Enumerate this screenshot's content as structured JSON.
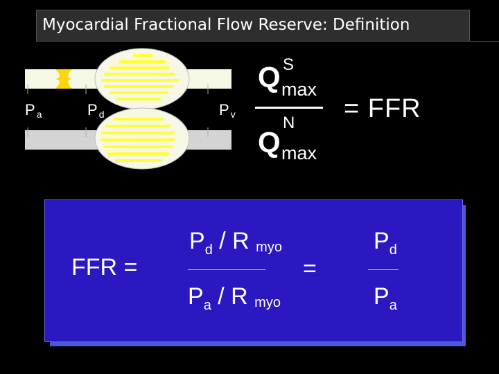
{
  "slide": {
    "title": "Myocardial Fractional Flow Reserve: Definition"
  },
  "diagram": {
    "pa_main": "P",
    "pa_sub": "a",
    "pd_main": "P",
    "pd_sub": "d",
    "pv_main": "P",
    "pv_sub": "v",
    "q": "Q",
    "stenotic_sup": "S",
    "normal_sup": "N",
    "q_sub": "max",
    "equals_ffr": "=  FFR"
  },
  "formula": {
    "ffr_label": "FFR  =",
    "num_p": "P",
    "num_p_sub": "d",
    "num_rest": " / R ",
    "num_myo": "myo",
    "den_p": "P",
    "den_p_sub": "a",
    "den_rest": " / R ",
    "den_myo": "myo",
    "equals": "=",
    "right_num_p": "P",
    "right_num_sub": "d",
    "right_den_p": "P",
    "right_den_sub": "a"
  },
  "colors": {
    "background": "#000000",
    "title_box": "#2e2e2e",
    "panel": "#2a18c0",
    "panel_shadow": "#4a5ad8",
    "vessel": "#f7f7e6",
    "vessel_gray": "#d4d4d4",
    "myocardium_lines": "#ffff33",
    "stenosis": "#ffd700"
  }
}
